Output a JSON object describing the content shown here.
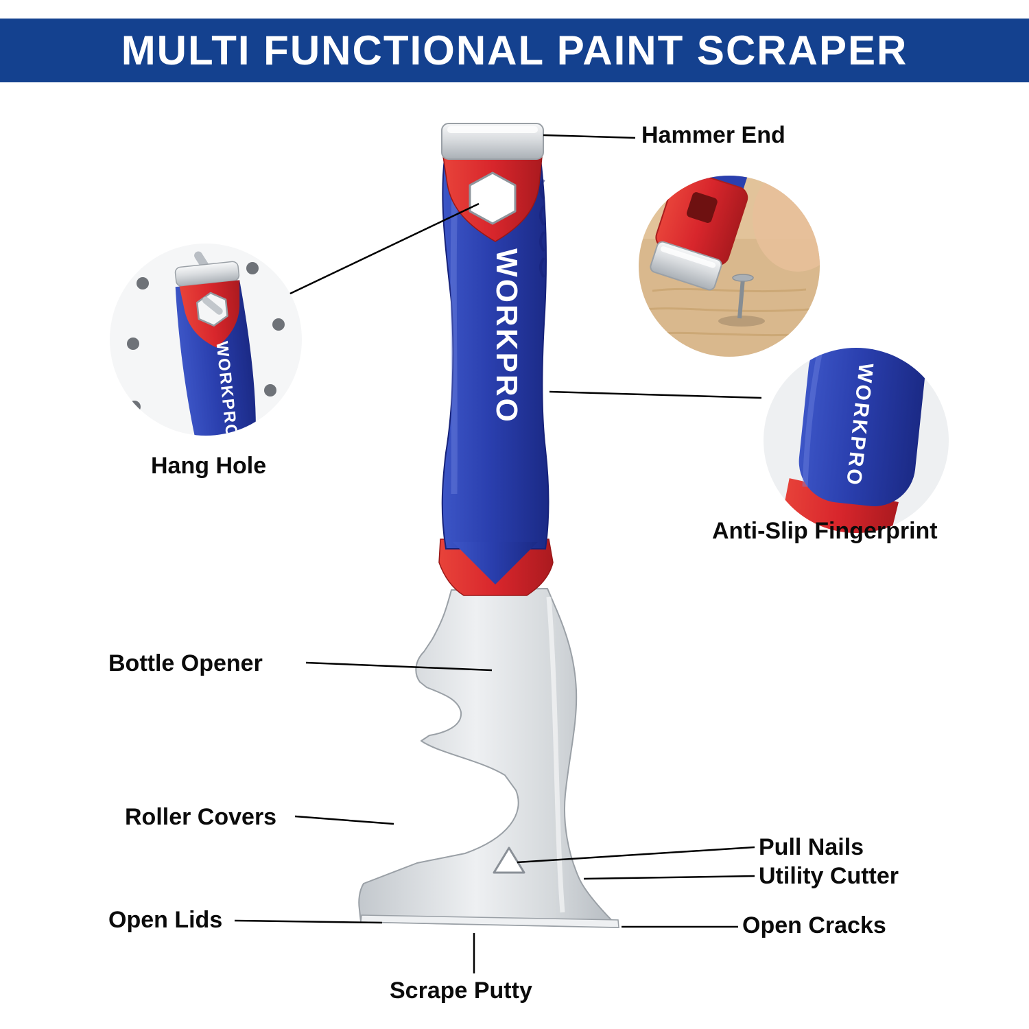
{
  "banner": {
    "title": "MULTI FUNCTIONAL PAINT SCRAPER"
  },
  "brand": "WORKPRO",
  "callouts": {
    "hammer_end": "Hammer End",
    "hang_hole": "Hang Hole",
    "anti_slip_fingerprint": "Anti-Slip Fingerprint",
    "bottle_opener": "Bottle Opener",
    "roller_covers": "Roller Covers",
    "pull_nails": "Pull Nails",
    "utility_cutter": "Utility Cutter",
    "open_lids": "Open Lids",
    "open_cracks": "Open Cracks",
    "scrape_putty": "Scrape Putty"
  },
  "colors": {
    "banner_bg": "#14418f",
    "handle_blue": "#2a3fae",
    "accent_red": "#d8262c",
    "steel_gray": "#c9cdd2"
  }
}
